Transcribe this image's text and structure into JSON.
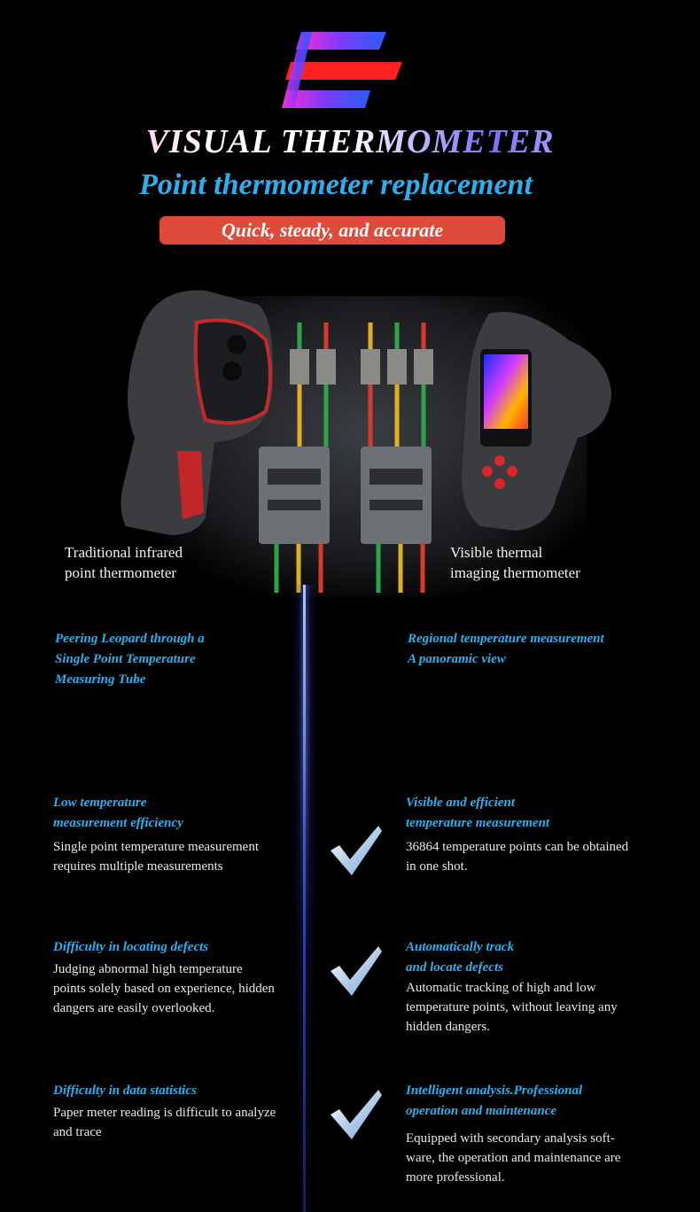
{
  "header": {
    "title": "VISUAL THERMOMETER",
    "subtitle": "Point thermometer replacement",
    "tagline": "Quick, steady, and accurate",
    "logo_icon": "e-logo-icon"
  },
  "hero": {
    "left_caption": [
      "Traditional infrared",
      "point thermometer"
    ],
    "right_caption": [
      "Visible thermal",
      "imaging thermometer"
    ]
  },
  "intro": {
    "left": [
      "Peering Leopard through a",
      "Single Point Temperature",
      "Measuring Tube"
    ],
    "right": [
      "Regional temperature measurement",
      "A panoramic view"
    ]
  },
  "comparisons": [
    {
      "left_heading": [
        "Low temperature",
        "measurement efficiency"
      ],
      "left_text": [
        "Single point temperature measurement",
        "requires multiple measurements"
      ],
      "right_heading": [
        "Visible and efficient",
        "temperature measurement"
      ],
      "right_text": [
        "36864 temperature points can be obtained",
        "in one shot."
      ]
    },
    {
      "left_heading": [
        "Difficulty in locating defects"
      ],
      "left_text": [
        "Judging abnormal high temperature",
        "points solely based on experience, hidden",
        "dangers are easily overlooked."
      ],
      "right_heading": [
        "Automatically track",
        "and locate defects"
      ],
      "right_text": [
        "Automatic tracking of high and low",
        "temperature points, without leaving any",
        "hidden dangers."
      ]
    },
    {
      "left_heading": [
        "Difficulty in data statistics"
      ],
      "left_text": [
        "Paper meter reading is difficult to analyze",
        "and trace"
      ],
      "right_heading": [
        "Intelligent analysis.Professional",
        "operation and maintenance"
      ],
      "right_text": [
        "Equipped with secondary analysis soft-",
        "ware, the operation and maintenance are",
        "more professional."
      ]
    }
  ],
  "icons": {
    "check": "checkmark-icon"
  },
  "colors": {
    "accent_blue": "#2ab0ee",
    "pill_red": "#e04a3a",
    "background": "#000000"
  }
}
